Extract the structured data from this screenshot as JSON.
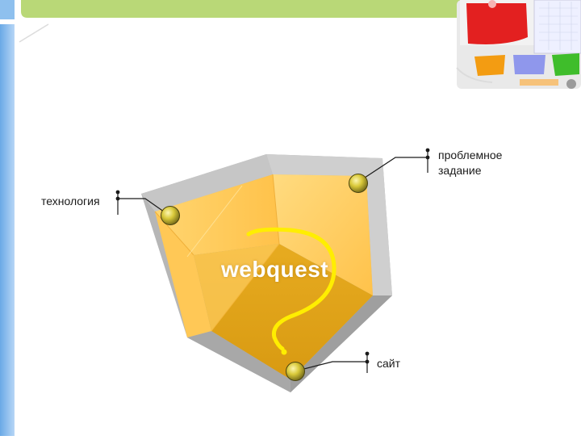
{
  "labels": {
    "problem_task_line1": "проблемное",
    "problem_task_line2": "задание",
    "technology": "технология",
    "site": "сайт"
  },
  "center_word": "webquest",
  "colors": {
    "left_sidebar": "#8ec0ee",
    "top_bar": "#b9d877",
    "box_face": "#ffc958",
    "box_floor": "#e2a81d",
    "box_frame": "#b6b6b6",
    "question_mark": "#ffee00",
    "sticky_red": "#e32020",
    "sticky_orange": "#f39c12",
    "sticky_blue": "#8f97ec",
    "sticky_green": "#3fbd2b"
  },
  "icons": [
    "bead-icon",
    "question-mark-icon",
    "sticky-notes-icon"
  ]
}
